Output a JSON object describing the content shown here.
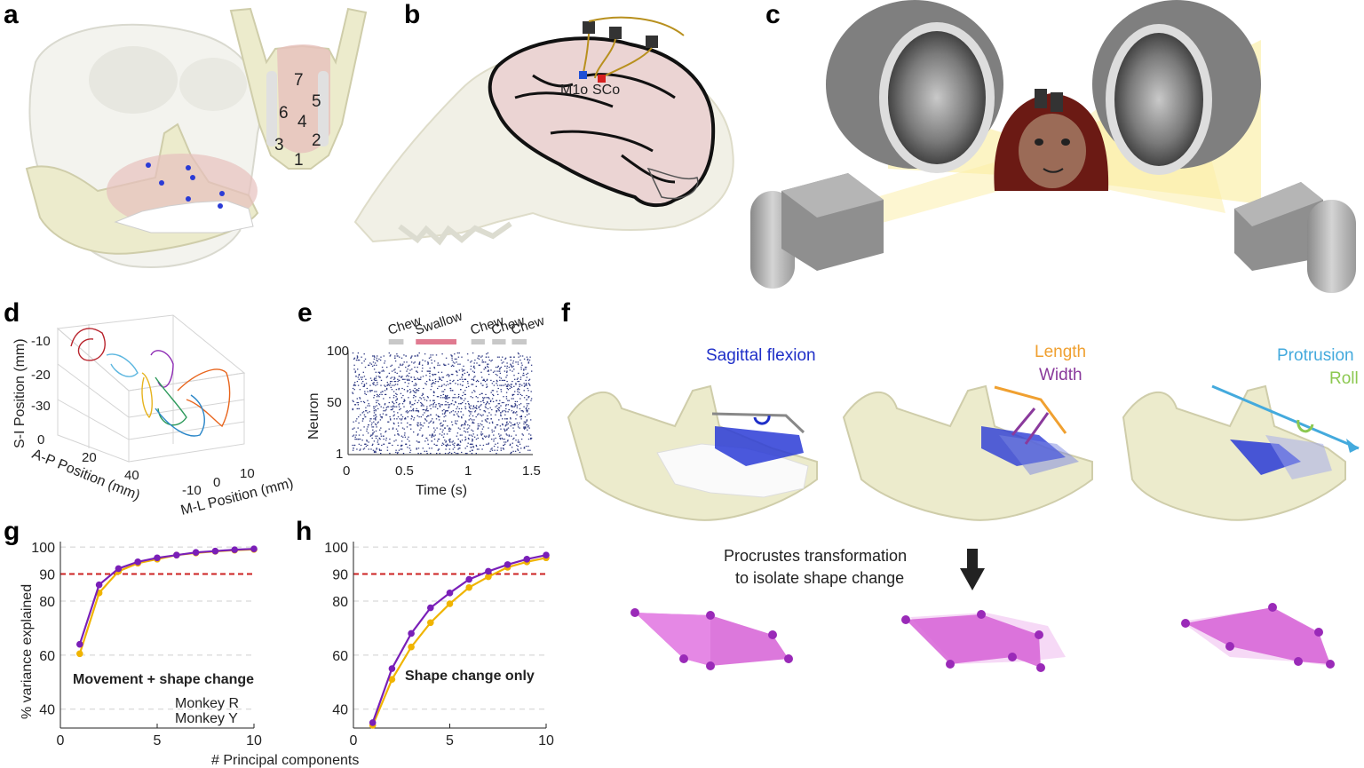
{
  "panels": {
    "a": {
      "label": "a",
      "landmarks": [
        "1",
        "2",
        "3",
        "4",
        "5",
        "6",
        "7"
      ]
    },
    "b": {
      "label": "b",
      "regions": [
        "M1o",
        "SCo"
      ],
      "colors": {
        "M1o": "#1f4fd6",
        "SCo": "#d61f1f"
      }
    },
    "c": {
      "label": "c"
    },
    "d": {
      "label": "d",
      "axes": {
        "z_label": "S-I Position (mm)",
        "z_ticks": [
          "-10",
          "-20",
          "-30"
        ],
        "x_label": "A-P Position (mm)",
        "x_ticks": [
          "0",
          "20",
          "40"
        ],
        "y_label": "M-L Position (mm)",
        "y_ticks": [
          "-10",
          "0",
          "10"
        ]
      }
    },
    "e": {
      "label": "e",
      "xlabel": "Time (s)",
      "ylabel": "Neuron",
      "x_ticks": [
        "0",
        "0.5",
        "1",
        "1.5"
      ],
      "y_ticks": [
        "100",
        "50",
        "1"
      ],
      "events": [
        {
          "label": "Chew",
          "start": 0.33,
          "end": 0.45,
          "color": "#c8c8c8"
        },
        {
          "label": "Swallow",
          "start": 0.55,
          "end": 0.88,
          "color": "#e07a90"
        },
        {
          "label": "Chew",
          "start": 1.0,
          "end": 1.11,
          "color": "#c8c8c8"
        },
        {
          "label": "Chew",
          "start": 1.17,
          "end": 1.28,
          "color": "#c8c8c8"
        },
        {
          "label": "Chew",
          "start": 1.33,
          "end": 1.45,
          "color": "#c8c8c8"
        }
      ]
    },
    "f": {
      "label": "f",
      "titles": {
        "sagittal": "Sagittal flexion",
        "length": "Length",
        "width": "Width",
        "protrusion": "Protrusion",
        "roll": "Roll"
      },
      "title_colors": {
        "sagittal": "#1f2fc8",
        "length": "#f0a030",
        "width": "#8a3a9c",
        "protrusion": "#44aadd",
        "roll": "#8cc850"
      },
      "procrustes_line1": "Procrustes transformation",
      "procrustes_line2": "to isolate shape change"
    }
  },
  "chart_data": [
    {
      "panel": "g",
      "type": "line",
      "title": "Movement + shape change",
      "xlabel": "# Principal components",
      "ylabel": "% variance explained",
      "x": [
        1,
        2,
        3,
        4,
        5,
        6,
        7,
        8,
        9,
        10
      ],
      "x_ticks": [
        "0",
        "5",
        "10"
      ],
      "y_ticks": [
        "40",
        "60",
        "80",
        "90",
        "100"
      ],
      "xlim": [
        0,
        10
      ],
      "ylim": [
        33,
        102
      ],
      "threshold": {
        "value": 90,
        "label": "90",
        "color": "#cc2222"
      },
      "series": [
        {
          "name": "Monkey R",
          "color": "#7a1fb8",
          "values": [
            64,
            86,
            92,
            94.5,
            96,
            97,
            98,
            98.5,
            99,
            99.3
          ]
        },
        {
          "name": "Monkey Y",
          "color": "#f0b400",
          "values": [
            60.5,
            83,
            91,
            94,
            95.5,
            97,
            97.8,
            98.4,
            98.8,
            99.1
          ]
        }
      ]
    },
    {
      "panel": "h",
      "type": "line",
      "title": "Shape change only",
      "xlabel": "",
      "ylabel": "",
      "x": [
        1,
        2,
        3,
        4,
        5,
        6,
        7,
        8,
        9,
        10
      ],
      "x_ticks": [
        "0",
        "5",
        "10"
      ],
      "y_ticks": [
        "40",
        "60",
        "80",
        "90",
        "100"
      ],
      "xlim": [
        0,
        10
      ],
      "ylim": [
        33,
        102
      ],
      "threshold": {
        "value": 90,
        "label": "90",
        "color": "#cc2222"
      },
      "series": [
        {
          "name": "Monkey R",
          "color": "#7a1fb8",
          "values": [
            35,
            55,
            68,
            77.5,
            83,
            88,
            91,
            93.5,
            95.5,
            97
          ]
        },
        {
          "name": "Monkey Y",
          "color": "#f0b400",
          "values": [
            34,
            51,
            63,
            72,
            79,
            85,
            89,
            92.5,
            94.5,
            96
          ]
        }
      ]
    }
  ]
}
